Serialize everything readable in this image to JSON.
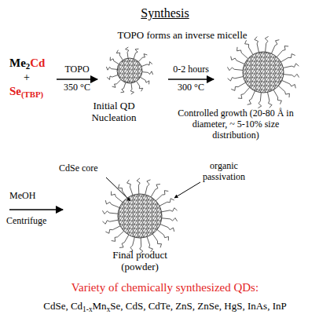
{
  "diagram": {
    "title": "Synthesis",
    "labels": [
      "TOPO forms an inverse micelle",
      "Me2Cd",
      "+",
      "Se(TBP)",
      "TOPO",
      "350 °C",
      "0-2 hours",
      "300 °C",
      "Initial QD Nucleation",
      "Controlled growth (20-80 Å in diameter, ~ 5-10% size distribution)",
      "CdSe core",
      "organic passivation",
      "MeOH",
      "Centrifuge",
      "Final product (powder)",
      "Variety of chemically synthesized QDs:",
      "CdSe, Cd1-xMnxSe, CdS, CdTe, ZnS, ZnSe, HgS, InAs, InP"
    ]
  }
}
